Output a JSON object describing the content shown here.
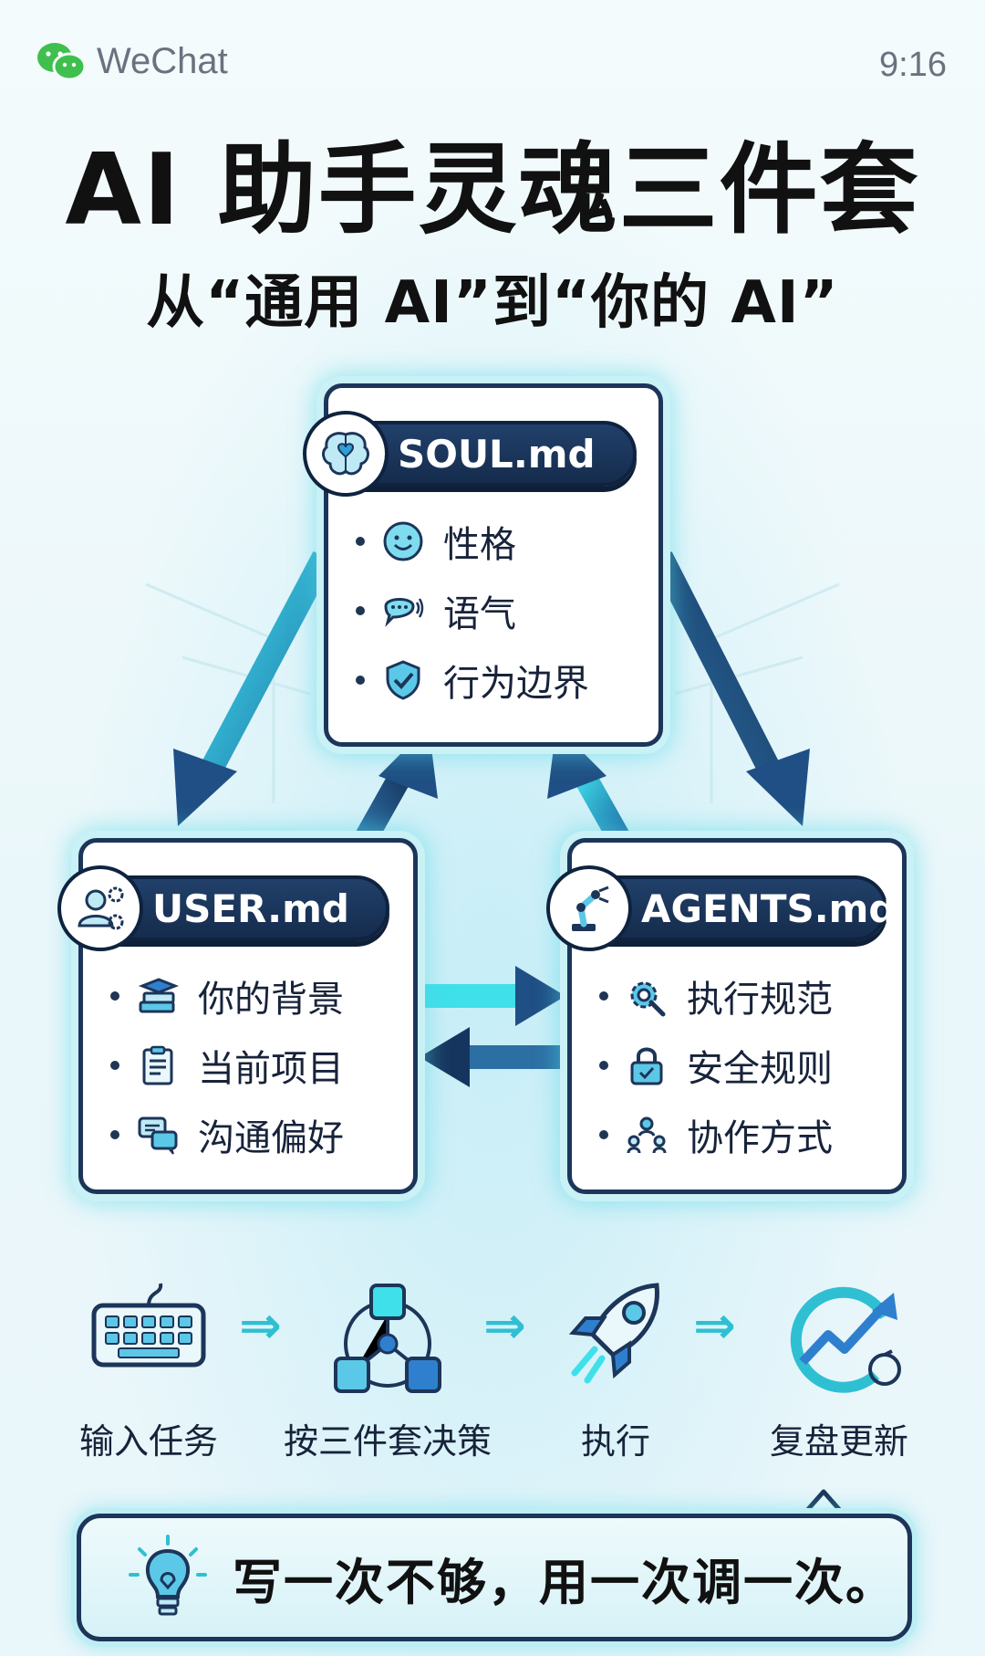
{
  "status_bar": {
    "app_name": "WeChat",
    "time": "9:16"
  },
  "header": {
    "title": "AI 助手灵魂三件套",
    "subtitle": "从“通用 AI”到“你的 AI”"
  },
  "cards": {
    "soul": {
      "title": "SOUL.md",
      "items": [
        "性格",
        "语气",
        "行为边界"
      ],
      "icons": [
        "brain-heart-icon",
        "smile-icon",
        "speech-bubble-icon",
        "shield-check-icon"
      ]
    },
    "user": {
      "title": "USER.md",
      "items": [
        "你的背景",
        "当前项目",
        "沟通偏好"
      ],
      "icons": [
        "user-gear-icon",
        "books-icon",
        "clipboard-icon",
        "chat-bubbles-icon"
      ]
    },
    "agents": {
      "title": "AGENTS.md",
      "items": [
        "执行规范",
        "安全规则",
        "协作方式"
      ],
      "icons": [
        "robot-arm-icon",
        "gear-wrench-icon",
        "lock-icon",
        "team-icon"
      ]
    }
  },
  "workflow": {
    "steps": [
      "输入任务",
      "按三件套决策",
      "执行",
      "复盘更新"
    ],
    "icons": [
      "keyboard-icon",
      "network-icon",
      "rocket-icon",
      "growth-cycle-icon"
    ]
  },
  "banner": {
    "text": "写一次不够，用一次调一次。",
    "icon": "lightbulb-icon"
  },
  "colors": {
    "navy": "#1c3559",
    "cyan": "#2fbfd2",
    "accent_blue": "#2f7fcf",
    "background": "#eef8fa"
  }
}
